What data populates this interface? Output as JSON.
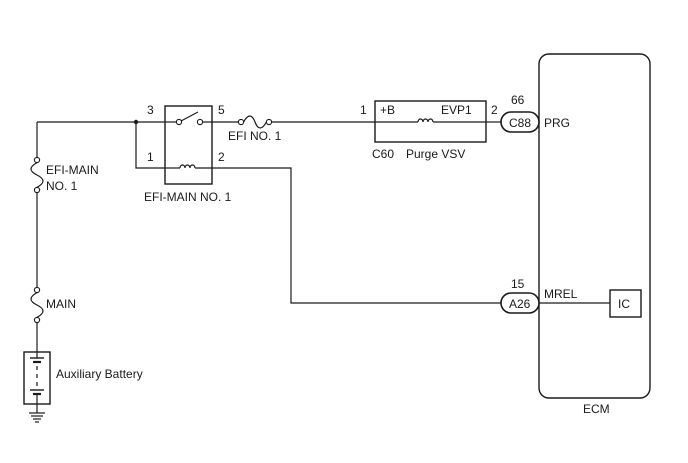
{
  "diagram": {
    "relay": {
      "label": "EFI-MAIN NO. 1",
      "pins": {
        "p3": "3",
        "p5": "5",
        "p1": "1",
        "p2": "2"
      }
    },
    "fuses": {
      "efi_no1": "EFI NO. 1",
      "efi_main_no1_line1": "EFI-MAIN",
      "efi_main_no1_line2": "NO. 1",
      "main": "MAIN"
    },
    "battery": {
      "label": "Auxiliary Battery"
    },
    "vsv": {
      "terminal_left": "+B",
      "terminal_right": "EVP1",
      "pin_left": "1",
      "pin_right": "2",
      "connector": "C60",
      "name": "Purge VSV"
    },
    "ecm": {
      "label": "ECM",
      "prg": {
        "connector": "C88",
        "pin": "66",
        "terminal": "PRG"
      },
      "mrel": {
        "connector": "A26",
        "pin": "15",
        "terminal": "MREL"
      },
      "ic_label": "IC"
    }
  }
}
